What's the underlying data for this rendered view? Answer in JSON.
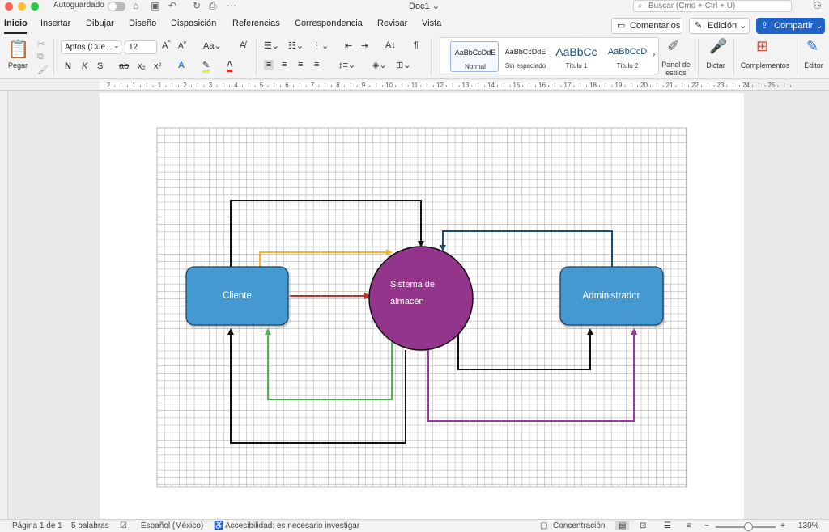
{
  "window": {
    "autosave_label": "Autoguardado",
    "doc_title": "Doc1",
    "search_placeholder": "Buscar (Cmd + Ctrl + U)"
  },
  "tabs": [
    {
      "label": "Inicio",
      "active": true
    },
    {
      "label": "Insertar"
    },
    {
      "label": "Dibujar"
    },
    {
      "label": "Diseño"
    },
    {
      "label": "Disposición"
    },
    {
      "label": "Referencias"
    },
    {
      "label": "Correspondencia"
    },
    {
      "label": "Revisar"
    },
    {
      "label": "Vista"
    }
  ],
  "actions": {
    "comments": "Comentarios",
    "editing": "Edición",
    "share": "Compartir"
  },
  "ribbon": {
    "paste": "Pegar",
    "font_name": "Aptos (Cue...",
    "font_size": "12",
    "bold": "N",
    "italic": "K",
    "underline": "S",
    "strike": "ab",
    "subscript": "x₂",
    "superscript": "x²",
    "styles": [
      {
        "sample": "AaBbCcDdE",
        "name": "Normal",
        "selected": true
      },
      {
        "sample": "AaBbCcDdE",
        "name": "Sin espaciado"
      },
      {
        "sample": "AaBbCc",
        "name": "Título 1"
      },
      {
        "sample": "AaBbCcD",
        "name": "Título 2"
      }
    ],
    "styles_pane": "Panel de estilos",
    "dictate": "Dictar",
    "addins": "Complementos",
    "editor": "Editor"
  },
  "ruler": {
    "ticks": [
      "2",
      "1",
      "1",
      "2",
      "3",
      "4",
      "5",
      "6",
      "7",
      "8",
      "9",
      "10",
      "11",
      "12",
      "13",
      "14",
      "15",
      "16",
      "17",
      "18",
      "19",
      "20",
      "21",
      "22",
      "23",
      "24",
      "25"
    ]
  },
  "diagram": {
    "nodes": {
      "cliente": "Cliente",
      "sistema_line1": "Sistema de",
      "sistema_line2": "almacén",
      "administrador": "Administrador"
    },
    "colors": {
      "box_fill": "#4499d1",
      "circle_fill": "#94358c",
      "arrow_black": "#111111",
      "arrow_orange": "#f5b32d",
      "arrow_red": "#c0302a",
      "arrow_green": "#52b152",
      "arrow_navy": "#1f4e6d",
      "arrow_purple": "#a137a0",
      "grid": "#b4b4b4"
    }
  },
  "status": {
    "page": "Página 1 de 1",
    "words": "5 palabras",
    "language": "Español (México)",
    "accessibility": "Accesibilidad: es necesario investigar",
    "focus": "Concentración",
    "zoom": "130%"
  }
}
